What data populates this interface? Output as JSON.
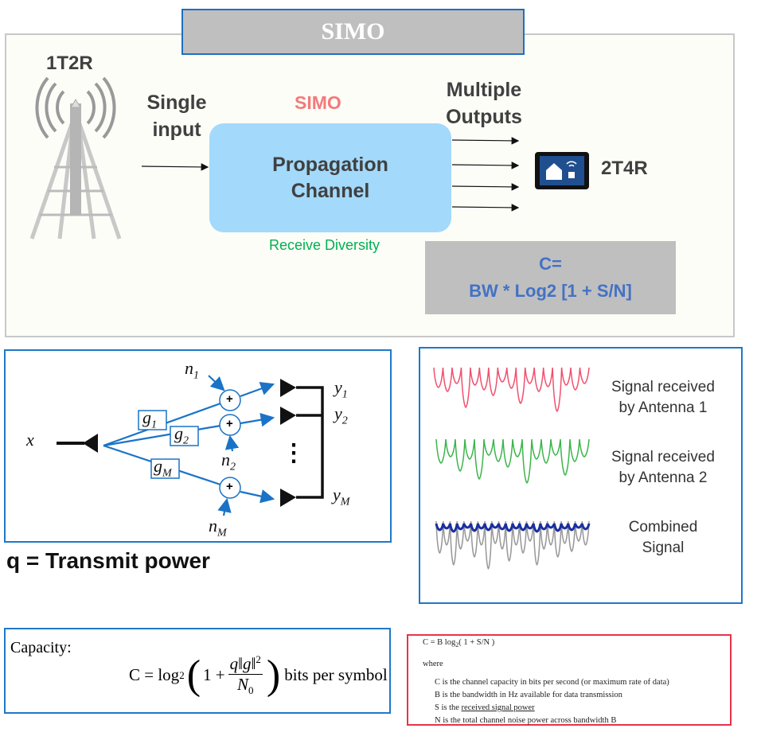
{
  "header": {
    "title": "SIMO"
  },
  "top": {
    "transmitter_label": "1T2R",
    "single_input": [
      "Single",
      "input"
    ],
    "simo_label": "SIMO",
    "channel": [
      "Propagation",
      "Channel"
    ],
    "multiple_outputs": [
      "Multiple",
      "Outputs"
    ],
    "receiver_label": "2T4R",
    "receive_diversity": "Receive Diversity",
    "capacity_formula": [
      "C=",
      "BW * Log2 [1 + S/N]"
    ],
    "colors": {
      "simo_label": "#f47a7a",
      "channel_box": "#a3d9fb",
      "receive_diversity": "#00b050",
      "capacity_text": "#4472c4"
    }
  },
  "block_diagram": {
    "input": "x",
    "gains": [
      "g",
      "1",
      "g",
      "2",
      "g",
      "M"
    ],
    "noises": [
      "n",
      "1",
      "n",
      "2",
      "n",
      "M"
    ],
    "outputs": [
      "y",
      "1",
      "y",
      "2",
      "y",
      "M"
    ],
    "adder_symbol": "+",
    "ellipsis": "⋮"
  },
  "transmit_power_note": "q = Transmit power",
  "signals": {
    "labels": [
      [
        "Signal received",
        "by Antenna 1"
      ],
      [
        "Signal received",
        "by Antenna 2"
      ],
      [
        "Combined",
        "Signal"
      ]
    ],
    "colors": {
      "antenna1": "#f0506e",
      "antenna2": "#3cb44b",
      "combined": "#999999",
      "envelope": "#1a2fa0"
    }
  },
  "capacity": {
    "label": "Capacity:",
    "lhs": "C = log",
    "log_base": "2",
    "one_plus": "1 +",
    "numerator": "q‖g‖",
    "exponent": "2",
    "denominator": "N",
    "denominator_sub": "0",
    "unit": "bits per symbol"
  },
  "shannon": {
    "formula": "C = B log",
    "formula_sub": "2",
    "formula_rest": "( 1 +  S/N )",
    "where": "where",
    "lines": [
      "C is the channel capacity in bits per second (or maximum rate of data)",
      "B is the bandwidth in Hz available for data transmission",
      "S is the ",
      "N is the total channel noise power across bandwidth B"
    ],
    "underlined": "received signal power"
  }
}
